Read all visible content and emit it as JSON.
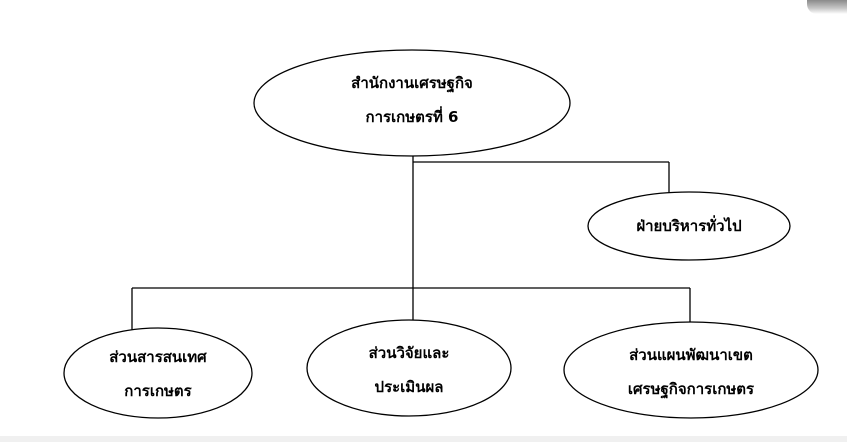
{
  "org_chart": {
    "root": {
      "line1": "สำนักงานเศรษฐกิจ",
      "line2": "การเกษตรที่ 6"
    },
    "side_branch": {
      "line1": "ฝ่ายบริหารทั่วไป"
    },
    "children": [
      {
        "line1": "ส่วนสารสนเทศ",
        "line2": "การเกษตร"
      },
      {
        "line1": "ส่วนวิจัยและ",
        "line2": "ประเมินผล"
      },
      {
        "line1": "ส่วนแผนพัฒนาเขต",
        "line2": "เศรษฐกิจการเกษตร"
      }
    ]
  }
}
